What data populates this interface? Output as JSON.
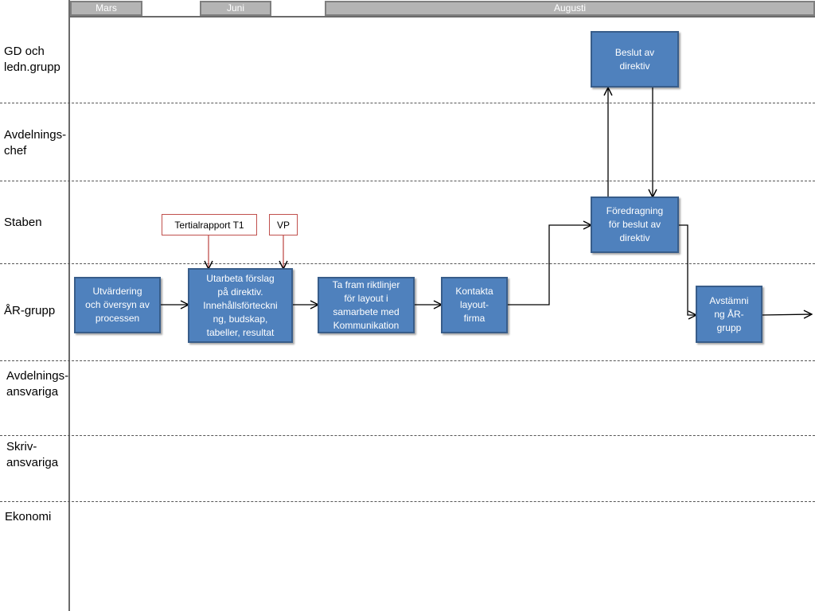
{
  "timeline": {
    "months": [
      "Mars",
      "Juni",
      "Augusti"
    ]
  },
  "lanes": [
    "GD och\nledn.grupp",
    "Avdelnings-\nchef",
    "Staben",
    "ÅR-grupp",
    "Avdelnings-\nansvariga",
    "Skriv-\nansvariga",
    "Ekonomi"
  ],
  "boxes": {
    "utvardering": "Utvärdering\noch översyn av\nprocessen",
    "utarbeta": "Utarbeta förslag\npå direktiv.\nInnehållsförteckni\nng, budskap,\ntabeller, resultat",
    "riktlinjer": "Ta fram riktlinjer\nför layout i\nsamarbete med\nKommunikation",
    "kontakta": "Kontakta\nlayout-\nfirma",
    "foredragning": "Föredragning\nför beslut av\ndirektiv",
    "beslut": "Beslut av\ndirektiv",
    "avstamning": "Avstämni\nng ÅR-\ngrupp"
  },
  "notes": {
    "tertialrapport": "Tertialrapport T1",
    "vp": "VP"
  },
  "colors": {
    "box_fill": "#4f81bd",
    "box_border": "#385d8a",
    "note_border": "#c0504d",
    "month_fill": "#b4b4b4"
  }
}
